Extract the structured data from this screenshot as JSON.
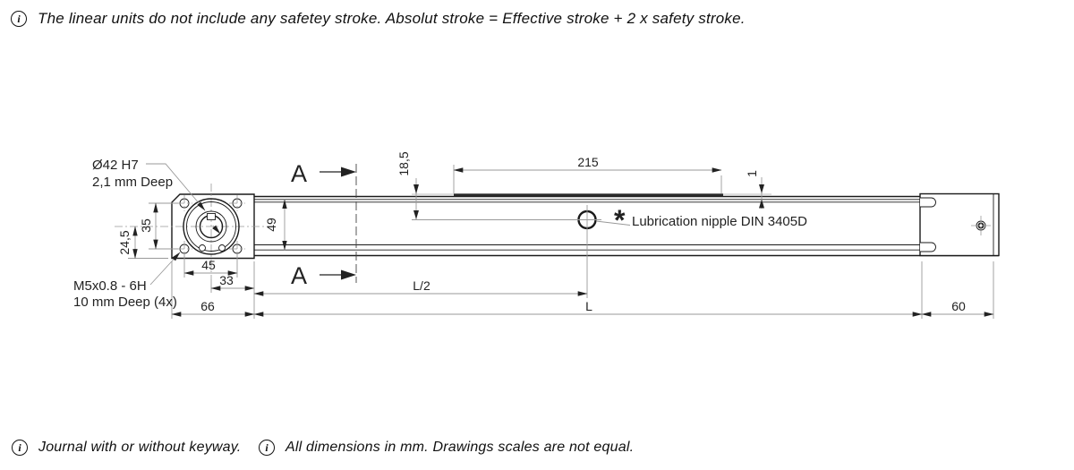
{
  "info_icon": "i",
  "notes": {
    "top": "The linear units do not include any safetey stroke. Absolut stroke = Effective stroke + 2 x safety stroke.",
    "bottom_left": "Journal with or without keyway.",
    "bottom_right": "All dimensions in mm. Drawings scales are not equal."
  },
  "drawing": {
    "labels": {
      "bore": "Ø42 H7",
      "bore_depth": "2,1 mm Deep",
      "thread": "M5x0.8 - 6H",
      "thread_depth": "10 mm Deep (4x)",
      "lubrication_mark": "*",
      "lubrication": "Lubrication nipple DIN 3405D",
      "section_top": "A",
      "section_bottom": "A"
    },
    "dimensions": {
      "d35": "35",
      "d24_5": "24,5",
      "d45": "45",
      "d33": "33",
      "d66": "66",
      "d49": "49",
      "d18_5": "18,5",
      "d215": "215",
      "d1": "1",
      "l_half": "L/2",
      "l": "L",
      "d60": "60"
    },
    "colors": {
      "object_line": "#1a1a1a",
      "dimension_line": "#999999",
      "text": "#222222"
    }
  }
}
